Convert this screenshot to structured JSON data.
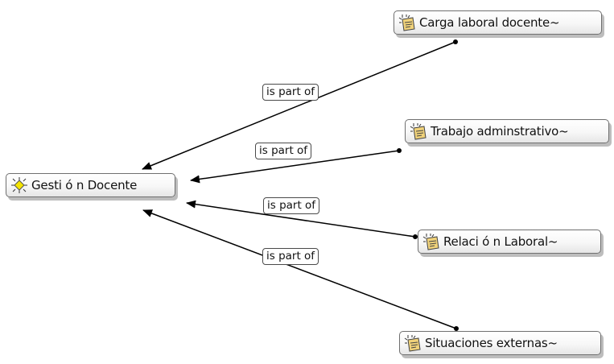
{
  "nodes": {
    "center": {
      "label": "Gesti ó n Docente",
      "icon": "code-family-icon"
    },
    "carga": {
      "label": "Carga laboral docente~",
      "icon": "code-icon"
    },
    "trabajo": {
      "label": "Trabajo adminstrativo~",
      "icon": "code-icon"
    },
    "relacion": {
      "label": "Relaci ó n Laboral~",
      "icon": "code-icon"
    },
    "situaciones": {
      "label": "Situaciones externas~",
      "icon": "code-icon"
    }
  },
  "relations": [
    {
      "from": "carga",
      "to": "center",
      "label": "is part of"
    },
    {
      "from": "trabajo",
      "to": "center",
      "label": "is part of"
    },
    {
      "from": "relacion",
      "to": "center",
      "label": "is part of"
    },
    {
      "from": "situaciones",
      "to": "center",
      "label": "is part of"
    }
  ],
  "colors": {
    "center_icon": "#f4e400",
    "code_icon_note": "#f0d27a",
    "edge": "#000000"
  }
}
